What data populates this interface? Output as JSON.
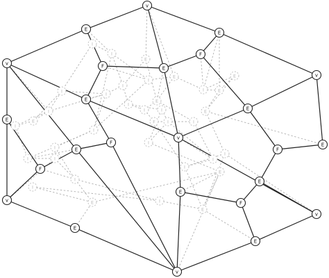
{
  "diagram": {
    "nodes": [
      {
        "id": "v_top",
        "label": "v",
        "layer": "front"
      },
      {
        "id": "e_tl",
        "label": "E",
        "layer": "front"
      },
      {
        "id": "e_tr",
        "label": "E",
        "layer": "front"
      },
      {
        "id": "v_left_top",
        "label": "v",
        "layer": "front"
      },
      {
        "id": "v_right_top",
        "label": "v",
        "layer": "front"
      },
      {
        "id": "f_tr",
        "label": "F",
        "layer": "front"
      },
      {
        "id": "f_top",
        "label": "F",
        "layer": "front"
      },
      {
        "id": "e_mid_top",
        "label": "E",
        "layer": "front"
      },
      {
        "id": "e_mid_left",
        "label": "E",
        "layer": "front"
      },
      {
        "id": "e_right_mid",
        "label": "E",
        "layer": "front"
      },
      {
        "id": "e_left",
        "label": "E",
        "layer": "front"
      },
      {
        "id": "v_center",
        "label": "v",
        "layer": "front"
      },
      {
        "id": "f_center_left",
        "label": "F",
        "layer": "front"
      },
      {
        "id": "f_right",
        "label": "F",
        "layer": "front"
      },
      {
        "id": "e_right",
        "label": "E",
        "layer": "front"
      },
      {
        "id": "e_center_left",
        "label": "E",
        "layer": "front"
      },
      {
        "id": "f_left",
        "label": "F",
        "layer": "front"
      },
      {
        "id": "e_low_right",
        "label": "E",
        "layer": "front"
      },
      {
        "id": "e_center_low",
        "label": "E",
        "layer": "front"
      },
      {
        "id": "v_left_bottom",
        "label": "v",
        "layer": "front"
      },
      {
        "id": "f_low_right",
        "label": "F",
        "layer": "front"
      },
      {
        "id": "v_right_bottom",
        "label": "v",
        "layer": "front"
      },
      {
        "id": "e_bl",
        "label": "E",
        "layer": "front"
      },
      {
        "id": "e_br",
        "label": "E",
        "layer": "front"
      },
      {
        "id": "v_bottom",
        "label": "v",
        "layer": "front"
      },
      {
        "id": "b1",
        "label": "I",
        "layer": "back"
      },
      {
        "id": "b2",
        "label": "I",
        "layer": "back"
      },
      {
        "id": "b3",
        "label": "I",
        "layer": "back"
      },
      {
        "id": "b4",
        "label": "I",
        "layer": "back"
      },
      {
        "id": "b5",
        "label": "E",
        "layer": "back"
      },
      {
        "id": "b6",
        "label": "I",
        "layer": "back"
      },
      {
        "id": "b7",
        "label": "E",
        "layer": "back"
      },
      {
        "id": "b8",
        "label": "I",
        "layer": "back"
      },
      {
        "id": "b9",
        "label": "I",
        "layer": "back"
      },
      {
        "id": "b10",
        "label": "I",
        "layer": "back"
      },
      {
        "id": "b11",
        "label": "E",
        "layer": "back"
      },
      {
        "id": "b12",
        "label": "I",
        "layer": "back"
      },
      {
        "id": "b13",
        "label": "E",
        "layer": "back"
      },
      {
        "id": "b14",
        "label": "I",
        "layer": "back"
      },
      {
        "id": "b15",
        "label": "I",
        "layer": "back"
      },
      {
        "id": "b16",
        "label": "E",
        "layer": "back"
      },
      {
        "id": "b17",
        "label": "E",
        "layer": "back"
      },
      {
        "id": "b18",
        "label": "I",
        "layer": "back"
      },
      {
        "id": "b19",
        "label": "I",
        "layer": "back"
      },
      {
        "id": "b20",
        "label": "I",
        "layer": "back"
      },
      {
        "id": "b21",
        "label": "I",
        "layer": "back"
      },
      {
        "id": "b22",
        "label": "E",
        "layer": "back"
      },
      {
        "id": "b23",
        "label": "I",
        "layer": "back"
      },
      {
        "id": "b24",
        "label": "F",
        "layer": "back"
      },
      {
        "id": "b25",
        "label": "I",
        "layer": "back"
      },
      {
        "id": "b26",
        "label": "I",
        "layer": "back"
      },
      {
        "id": "b27",
        "label": "I",
        "layer": "back"
      },
      {
        "id": "b28",
        "label": "I",
        "layer": "back"
      },
      {
        "id": "b29",
        "label": "I",
        "layer": "back"
      },
      {
        "id": "b30",
        "label": "I",
        "layer": "back"
      },
      {
        "id": "b31",
        "label": "I",
        "layer": "back"
      },
      {
        "id": "b32",
        "label": "I",
        "layer": "back"
      },
      {
        "id": "b33",
        "label": "E",
        "layer": "back"
      },
      {
        "id": "b34",
        "label": "I",
        "layer": "back"
      },
      {
        "id": "b35",
        "label": "E",
        "layer": "back"
      },
      {
        "id": "b36",
        "label": "E",
        "layer": "back"
      }
    ],
    "front_edges": [
      [
        "v_top",
        "e_tl"
      ],
      [
        "v_top",
        "e_tr"
      ],
      [
        "v_top",
        "e_mid_top"
      ],
      [
        "e_tl",
        "v_left_top"
      ],
      [
        "e_tl",
        "f_top"
      ],
      [
        "e_tr",
        "v_right_top"
      ],
      [
        "e_tr",
        "f_tr"
      ],
      [
        "f_tr",
        "e_mid_top"
      ],
      [
        "f_tr",
        "e_right_mid"
      ],
      [
        "f_top",
        "e_mid_top"
      ],
      [
        "f_top",
        "e_mid_left"
      ],
      [
        "e_mid_top",
        "v_center"
      ],
      [
        "v_left_top",
        "e_mid_left"
      ],
      [
        "v_left_top",
        "e_left"
      ],
      [
        "v_left_top",
        "e_center_left"
      ],
      [
        "e_mid_left",
        "v_center"
      ],
      [
        "e_mid_left",
        "f_center_left"
      ],
      [
        "v_right_top",
        "e_right_mid"
      ],
      [
        "v_right_top",
        "e_right"
      ],
      [
        "e_right_mid",
        "v_center"
      ],
      [
        "e_right_mid",
        "f_right"
      ],
      [
        "v_center",
        "e_center_low"
      ],
      [
        "v_center",
        "v_right_bottom"
      ],
      [
        "f_center_left",
        "e_center_left"
      ],
      [
        "f_center_left",
        "v_bottom"
      ],
      [
        "f_right",
        "e_right"
      ],
      [
        "f_right",
        "e_low_right"
      ],
      [
        "e_left",
        "f_left"
      ],
      [
        "e_left",
        "v_left_bottom"
      ],
      [
        "e_center_left",
        "f_left"
      ],
      [
        "e_center_left",
        "v_bottom"
      ],
      [
        "f_left",
        "v_left_bottom"
      ],
      [
        "e_low_right",
        "f_low_right"
      ],
      [
        "e_low_right",
        "v_right_bottom"
      ],
      [
        "e_center_low",
        "f_low_right"
      ],
      [
        "e_center_low",
        "v_bottom"
      ],
      [
        "v_left_bottom",
        "e_bl"
      ],
      [
        "f_low_right",
        "e_br"
      ],
      [
        "v_right_bottom",
        "e_br"
      ],
      [
        "e_bl",
        "v_bottom"
      ],
      [
        "e_br",
        "v_bottom"
      ]
    ],
    "back_edges": [
      [
        "e_tl",
        "b1"
      ],
      [
        "e_tl",
        "b3"
      ],
      [
        "v_top",
        "b11"
      ],
      [
        "v_top",
        "b7"
      ],
      [
        "e_tr",
        "b12"
      ],
      [
        "e_tr",
        "b17"
      ],
      [
        "b1",
        "b3"
      ],
      [
        "b1",
        "b2"
      ],
      [
        "b2",
        "b5"
      ],
      [
        "b2",
        "b9"
      ],
      [
        "b3",
        "b8"
      ],
      [
        "b3",
        "b10"
      ],
      [
        "b3",
        "b15"
      ],
      [
        "b4",
        "b2"
      ],
      [
        "b4",
        "b5"
      ],
      [
        "b4",
        "b9"
      ],
      [
        "b5",
        "b6"
      ],
      [
        "b6",
        "b4"
      ],
      [
        "b6",
        "b20"
      ],
      [
        "b7",
        "b8"
      ],
      [
        "b7",
        "b16"
      ],
      [
        "b8",
        "b14"
      ],
      [
        "b8",
        "b9"
      ],
      [
        "b9",
        "b15"
      ],
      [
        "b10",
        "b11"
      ],
      [
        "b10",
        "b15"
      ],
      [
        "b11",
        "b12"
      ],
      [
        "b11",
        "b16"
      ],
      [
        "b12",
        "b13"
      ],
      [
        "b12",
        "b17"
      ],
      [
        "b13",
        "b22"
      ],
      [
        "b13",
        "b17"
      ],
      [
        "b14",
        "b18"
      ],
      [
        "b14",
        "b21"
      ],
      [
        "b15",
        "b19"
      ],
      [
        "b15",
        "b20"
      ],
      [
        "b16",
        "b23"
      ],
      [
        "b16",
        "b18"
      ],
      [
        "b17",
        "b22"
      ],
      [
        "b18",
        "b24"
      ],
      [
        "b19",
        "b26"
      ],
      [
        "b19",
        "b25"
      ],
      [
        "b20",
        "b25"
      ],
      [
        "b21",
        "b28"
      ],
      [
        "b21",
        "b27"
      ],
      [
        "b22",
        "b30"
      ],
      [
        "b23",
        "b24"
      ],
      [
        "b23",
        "b29"
      ],
      [
        "b24",
        "b31"
      ],
      [
        "b25",
        "b26"
      ],
      [
        "b26",
        "b34"
      ],
      [
        "b26",
        "b33"
      ],
      [
        "b27",
        "b28"
      ],
      [
        "b27",
        "b36"
      ],
      [
        "b28",
        "b29"
      ],
      [
        "b29",
        "b31"
      ],
      [
        "b30",
        "b31"
      ],
      [
        "b30",
        "b35"
      ],
      [
        "b31",
        "b35"
      ],
      [
        "b32",
        "b33"
      ],
      [
        "b32",
        "b34"
      ],
      [
        "b33",
        "b36"
      ],
      [
        "b34",
        "b35"
      ],
      [
        "b35",
        "b36"
      ],
      [
        "v_left_top",
        "b4"
      ],
      [
        "e_left",
        "b6"
      ],
      [
        "v_left_bottom",
        "b25"
      ],
      [
        "e_bl",
        "b33"
      ],
      [
        "v_bottom",
        "b36"
      ],
      [
        "e_br",
        "b35"
      ],
      [
        "v_right_bottom",
        "b30"
      ],
      [
        "e_right",
        "b22"
      ],
      [
        "f_top",
        "b10"
      ],
      [
        "f_tr",
        "b12"
      ],
      [
        "e_mid_top",
        "b16"
      ],
      [
        "e_mid_left",
        "b9"
      ],
      [
        "f_center_left",
        "b20"
      ],
      [
        "f_left",
        "b26"
      ],
      [
        "e_center_low",
        "b36"
      ],
      [
        "v_center",
        "b29"
      ]
    ]
  }
}
